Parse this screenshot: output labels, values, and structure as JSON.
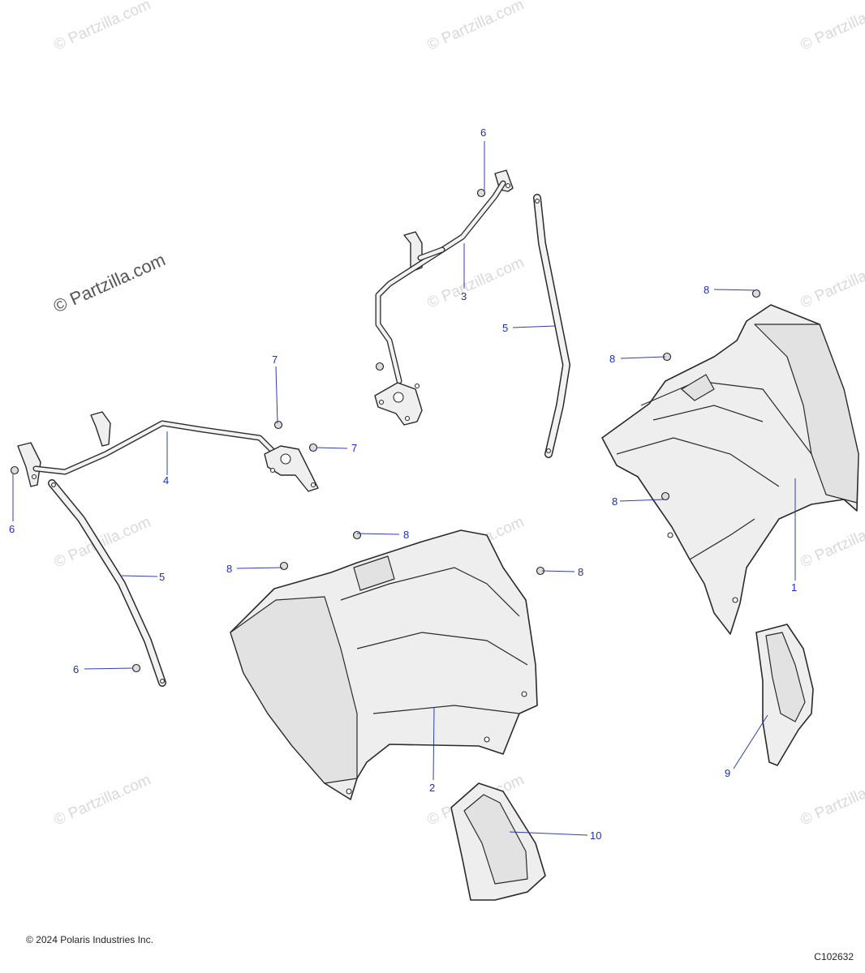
{
  "watermark": "© Partzilla.com",
  "copyright": "© 2024 Polaris Industries Inc.",
  "diagram_code": "C102632",
  "callouts": {
    "c6_top": "6",
    "c3": "3",
    "c5_right": "5",
    "c8_a": "8",
    "c8_b": "8",
    "c7_a": "7",
    "c7_b": "7",
    "c4": "4",
    "c6_left": "6",
    "c8_c": "8",
    "c8_d": "8",
    "c8_e": "8",
    "c8_f": "8",
    "c5_left": "5",
    "c1": "1",
    "c6_bottom": "6",
    "c2": "2",
    "c9": "9",
    "c10": "10"
  }
}
